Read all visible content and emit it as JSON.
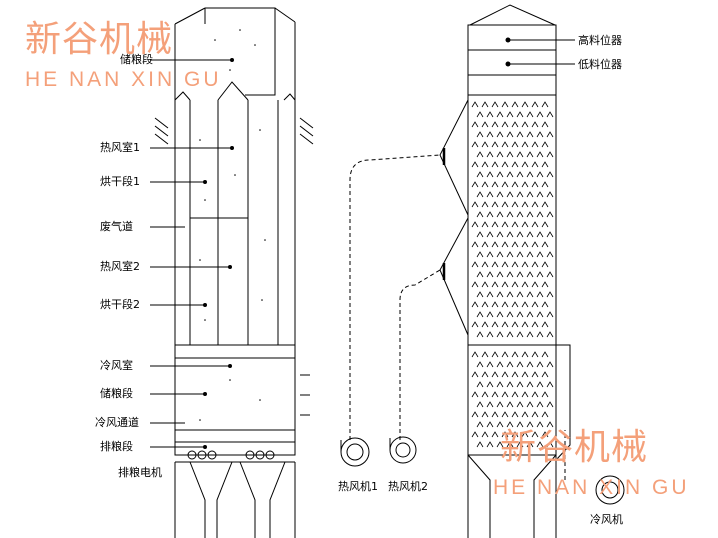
{
  "watermark": {
    "cn": "新谷机械",
    "en": "HE NAN XIN GU"
  },
  "left_labels": {
    "storage_section": "储粮段",
    "hot_air_room_1": "热风室1",
    "drying_section_1": "烘干段1",
    "exhaust_duct": "废气道",
    "hot_air_room_2": "热风室2",
    "drying_section_2": "烘干段2",
    "cold_air_room": "冷风室",
    "grain_storage_section": "储粮段",
    "cold_air_duct": "冷风通道",
    "discharge_section": "排粮段",
    "discharge_motor": "排粮电机"
  },
  "right_labels": {
    "high_level_sensor": "高料位器",
    "low_level_sensor": "低料位器",
    "hot_air_blower_1": "热风机1",
    "hot_air_blower_2": "热风机2",
    "cold_air_blower": "冷风机"
  },
  "colors": {
    "line": "#000000",
    "watermark": "#f4a07a"
  }
}
